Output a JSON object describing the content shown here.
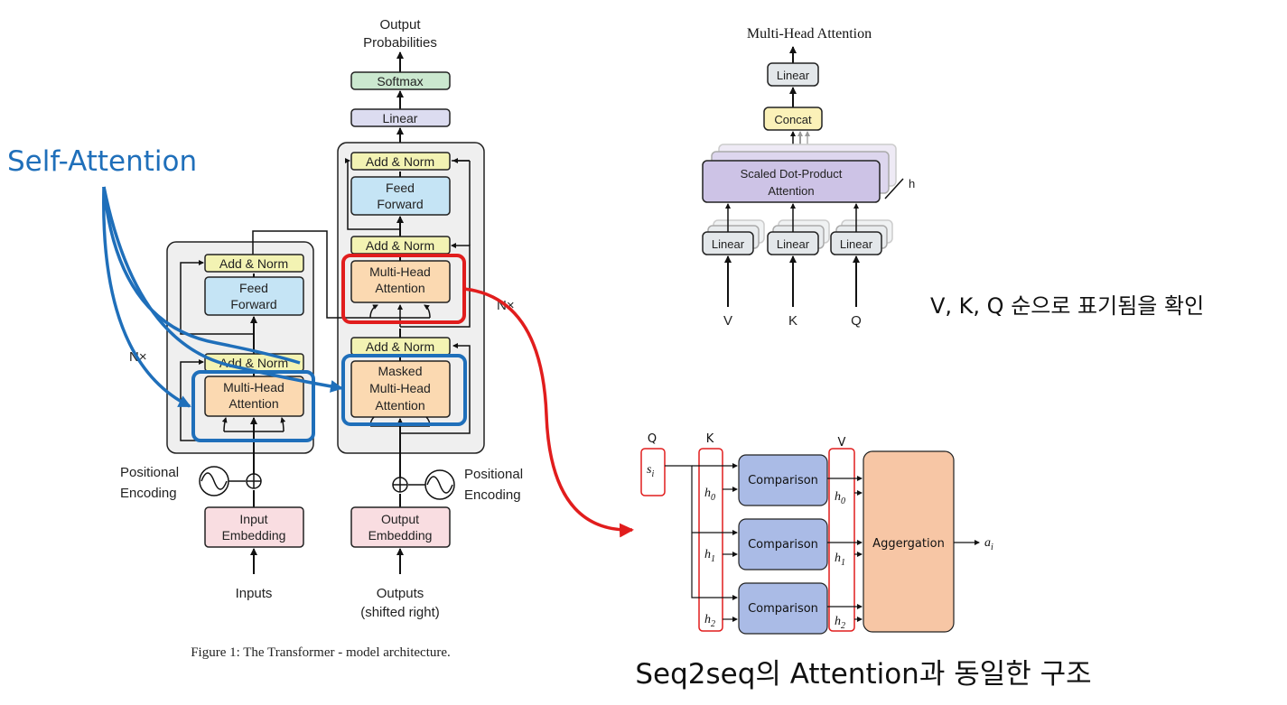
{
  "colors": {
    "addnorm": "#f3f3b3",
    "feedforward": "#c5e4f5",
    "attention": "#fbd9b1",
    "embedding": "#f9dde1",
    "linear": "#dcdcf0",
    "softmax": "#cbe8cf",
    "scaled_dot": "#cdc3e6",
    "concat": "#fbf1b8",
    "mh_linear": "#e3e7ea",
    "comparison": "#aabbe6",
    "aggregation": "#f7c6a5",
    "self_attention_blue": "#1f6fba",
    "highlight_red": "#e11d1d"
  },
  "transformer": {
    "output_probabilities": [
      "Output",
      "Probabilities"
    ],
    "softmax": "Softmax",
    "linear": "Linear",
    "add_norm": "Add & Norm",
    "feed_forward": [
      "Feed",
      "Forward"
    ],
    "multi_head_attention": [
      "Multi-Head",
      "Attention"
    ],
    "masked_multi_head_attention": [
      "Masked",
      "Multi-Head",
      "Attention"
    ],
    "nx": "N×",
    "positional_encoding": [
      "Positional",
      "Encoding"
    ],
    "input_embedding": [
      "Input",
      "Embedding"
    ],
    "output_embedding": [
      "Output",
      "Embedding"
    ],
    "inputs": "Inputs",
    "outputs": [
      "Outputs",
      "(shifted right)"
    ],
    "caption": "Figure 1: The Transformer - model architecture."
  },
  "self_attention_label": "Self-Attention",
  "multi_head": {
    "title": "Multi-Head Attention",
    "linear": "Linear",
    "concat": "Concat",
    "scaled_dot": [
      "Scaled Dot-Product",
      "Attention"
    ],
    "h": "h",
    "inputs": [
      "V",
      "K",
      "Q"
    ],
    "note": "V, K, Q 순으로 표기됨을 확인"
  },
  "seq2seq": {
    "q": "Q",
    "k": "K",
    "v": "V",
    "s_i": "s",
    "s_sub": "i",
    "h": "h",
    "h_subs": [
      "0",
      "1",
      "2"
    ],
    "comparison": "Comparison",
    "aggregation": "Aggergation",
    "a_i": "a",
    "a_sub": "i",
    "caption": "Seq2seq의 Attention과 동일한 구조"
  }
}
